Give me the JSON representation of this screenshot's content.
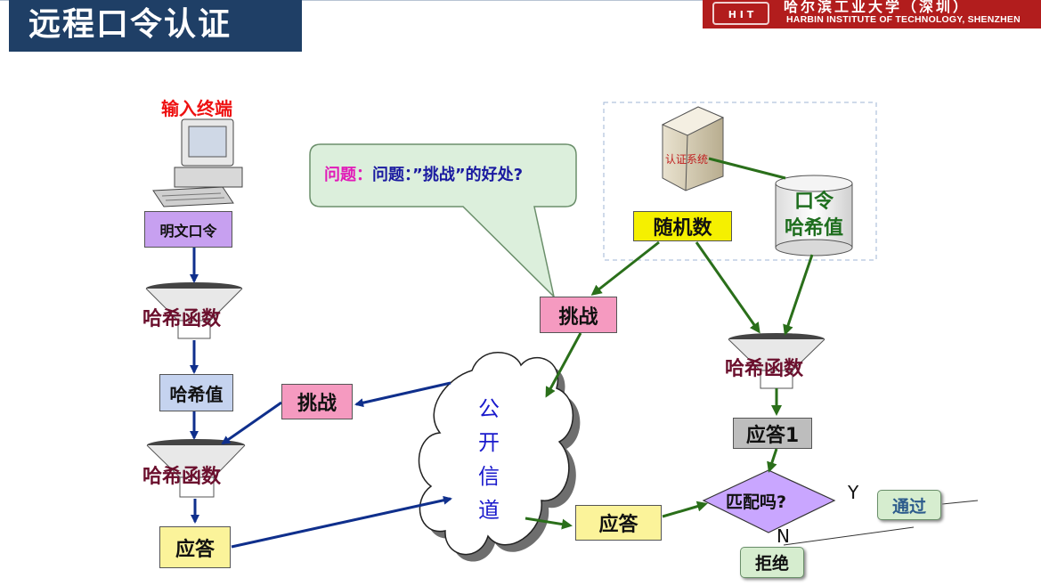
{
  "header": {
    "title": "远程口令认证",
    "logo_name": "哈尔滨工业大学（深圳）",
    "logo_subtitle": "HARBIN INSTITUTE OF TECHNOLOGY, SHENZHEN",
    "logo_seal": "H I T"
  },
  "left": {
    "terminal_label": "输入终端",
    "plaintext_password": "明文口令",
    "hash_function_1": "哈希函数",
    "hash_value": "哈希值",
    "challenge": "挑战",
    "hash_function_2": "哈希函数",
    "response": "应答"
  },
  "center": {
    "callout_text": "问题：”挑战”的好处?",
    "challenge": "挑战",
    "channel": [
      "公",
      "开",
      "信",
      "道"
    ],
    "response": "应答"
  },
  "right": {
    "server_label": "认证系统",
    "random_number": "随机数",
    "password_hash": [
      "口令",
      "哈希值"
    ],
    "hash_function": "哈希函数",
    "response1": "应答1",
    "match_question": "匹配吗?",
    "yes": "Y",
    "no": "N",
    "pass_button": "通过",
    "reject_button": "拒绝"
  },
  "colors": {
    "title_bg": "#1f3f66",
    "logo_bg": "#b21d1d",
    "purple_box": "#c7a0f0",
    "blue_box": "#c5d3ef",
    "pink_box": "#f59ac0",
    "yellow_box": "#fbf39a",
    "random_yellow": "#f5f000",
    "gray_box": "#bdbdbd",
    "diamond": "#c9a6ff",
    "green_button": "#d6edcf",
    "blue_arrow": "#0f2f8c",
    "green_arrow": "#2a6f1a"
  }
}
